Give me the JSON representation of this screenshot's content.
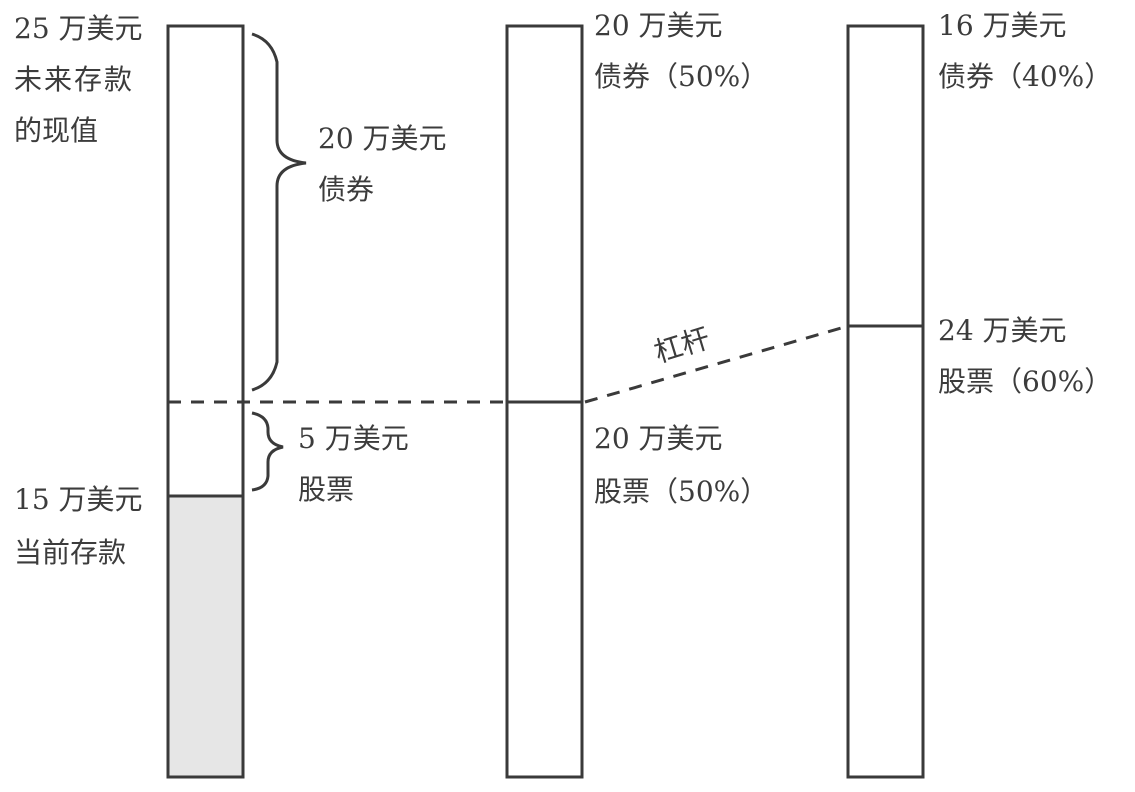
{
  "column_left": {
    "future_pv_amount": "25 万美元",
    "future_pv_desc_1": "未来存款",
    "future_pv_desc_2": "的现值",
    "current_amount": "15 万美元",
    "current_desc": "当前存款",
    "brace_bonds_amount": "20 万美元",
    "brace_bonds_desc": "债券",
    "brace_stocks_amount": "5 万美元",
    "brace_stocks_desc": "股票"
  },
  "column_middle": {
    "bonds_amount": "20 万美元",
    "bonds_desc": "债券（50%）",
    "stocks_amount": "20 万美元",
    "stocks_desc": "股票（50%）"
  },
  "column_right": {
    "bonds_amount": "16 万美元",
    "bonds_desc": "债券（40%）",
    "stocks_amount": "24 万美元",
    "stocks_desc": "股票（60%）"
  },
  "leverage_label": "杠杆",
  "colors": {
    "stroke": "#3a3a3a",
    "current_savings_fill": "#e6e6e6",
    "background": "#ffffff"
  }
}
